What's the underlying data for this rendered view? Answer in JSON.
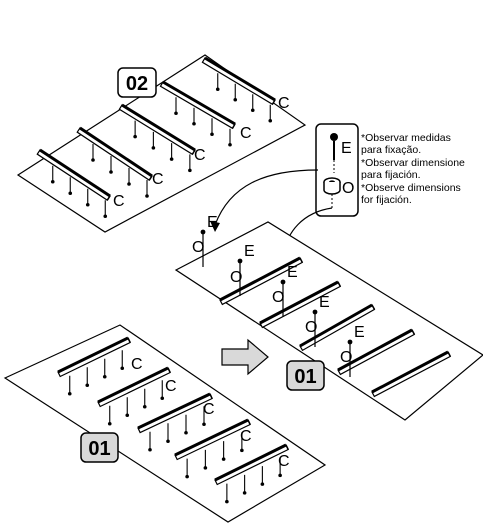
{
  "steps": {
    "top": "02",
    "middle": "01",
    "bottom": "01"
  },
  "part_labels": {
    "rail": "C",
    "screw": "E",
    "dowel": "O"
  },
  "notes": [
    "*Observar medidas",
    " para fixação.",
    "*Observar dimensione",
    " para fijación.",
    "*Observe dimensions",
    " for fijación."
  ],
  "colors": {
    "step_box_top": "#ffffff",
    "step_box_bottom": "#d9d9d9",
    "arrow_fill": "#d9d9d9",
    "line": "#000000"
  },
  "icons": [
    "screw-icon",
    "dowel-icon",
    "right-arrow-icon",
    "curved-arrow-icon"
  ]
}
